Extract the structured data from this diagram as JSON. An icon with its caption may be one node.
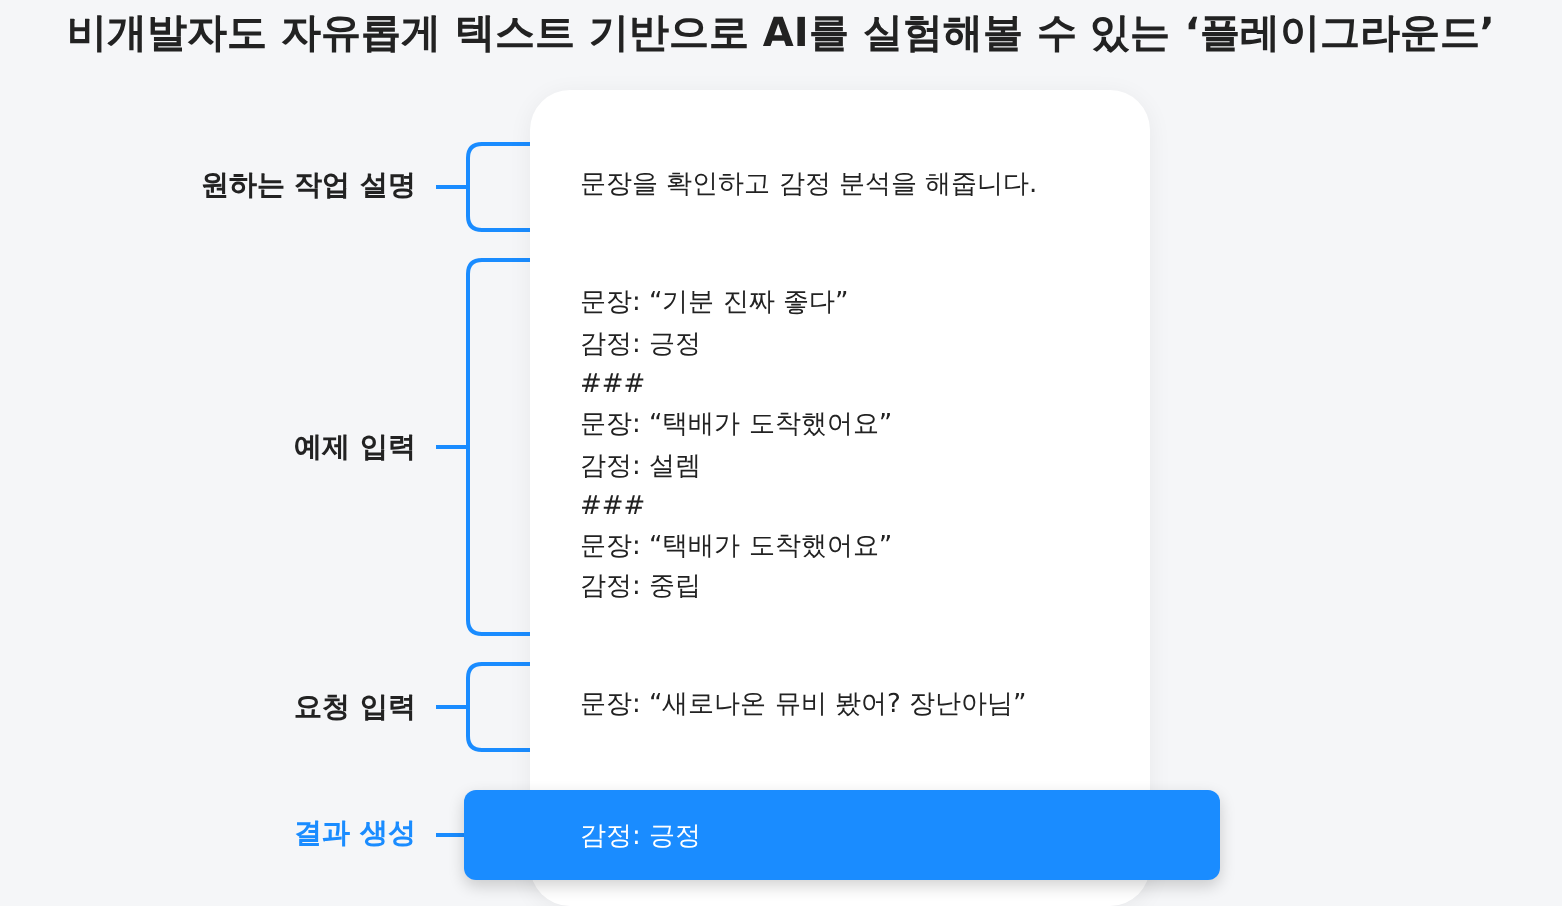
{
  "diagram": {
    "title": "비개발자도 자유롭게 텍스트 기반으로 AI를 실험해볼 수 있는 ‘플레이그라운드’",
    "nodes": [
      {
        "text": [],
        "shape": "box"
      },
      {
        "text": [
          "원하는 작업 설명"
        ]
      },
      {
        "text": [
          "문장을 확인하고 감정 분석을 해줍니다."
        ],
        "in": 0
      },
      {
        "text": [
          "예제 입력"
        ]
      },
      {
        "text": [
          "문장: “기분 진짜 좋다”",
          "감정: 긍정",
          "###",
          "문장: “택배가 도착했어요”",
          "감정: 설렘",
          "###",
          "문장: “택배가 도착했어요”",
          "감정: 중립"
        ],
        "in": 0
      },
      {
        "text": [
          "요청 입력"
        ]
      },
      {
        "text": [
          "문장: “새로나온 뮤비 봤어? 장난아님”"
        ],
        "in": 0
      },
      {
        "text": [
          "결과 생성"
        ]
      },
      {
        "text": [
          "감정: 긍정"
        ]
      }
    ],
    "edges": [
      {
        "from": 1,
        "to": 2,
        "arrow": "none"
      },
      {
        "from": 3,
        "to": 4,
        "arrow": "none"
      },
      {
        "from": 5,
        "to": 6,
        "arrow": "none"
      },
      {
        "from": 7,
        "to": 8,
        "arrow": "none"
      }
    ]
  }
}
